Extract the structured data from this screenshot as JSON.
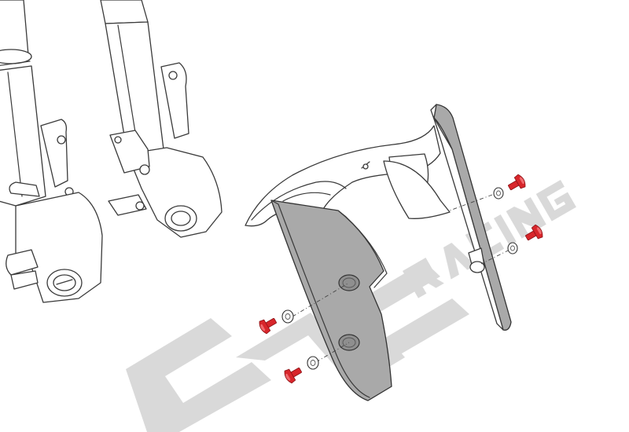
{
  "diagram": {
    "type": "exploded-assembly",
    "colors": {
      "background": "#ffffff",
      "line": "#3a3a3a",
      "cover_plate": "#a9a9a9",
      "screws": "#d8262b",
      "watermark": "#d7d7d7"
    }
  },
  "watermark": {
    "brand": "CNC",
    "sub": "RACING",
    "color": "#d7d7d7",
    "kind": "logo"
  },
  "parts": {
    "screw_count": 4,
    "washer_count": 4,
    "icons": [
      "fork-leg-icon",
      "fender-body-icon",
      "side-cover-icon",
      "rear-panel-icon",
      "screw-icon",
      "washer-icon"
    ]
  }
}
